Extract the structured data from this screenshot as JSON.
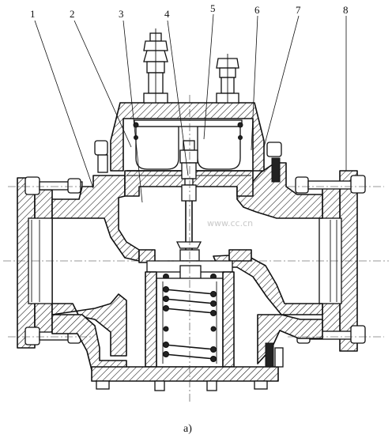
{
  "callouts": [
    {
      "id": "1",
      "label": "1"
    },
    {
      "id": "2",
      "label": "2"
    },
    {
      "id": "3",
      "label": "3"
    },
    {
      "id": "4",
      "label": "4"
    },
    {
      "id": "5",
      "label": "5"
    },
    {
      "id": "6",
      "label": "6"
    },
    {
      "id": "7",
      "label": "7"
    },
    {
      "id": "8",
      "label": "8"
    }
  ],
  "caption": "a)",
  "watermark": "www.cc.cn"
}
